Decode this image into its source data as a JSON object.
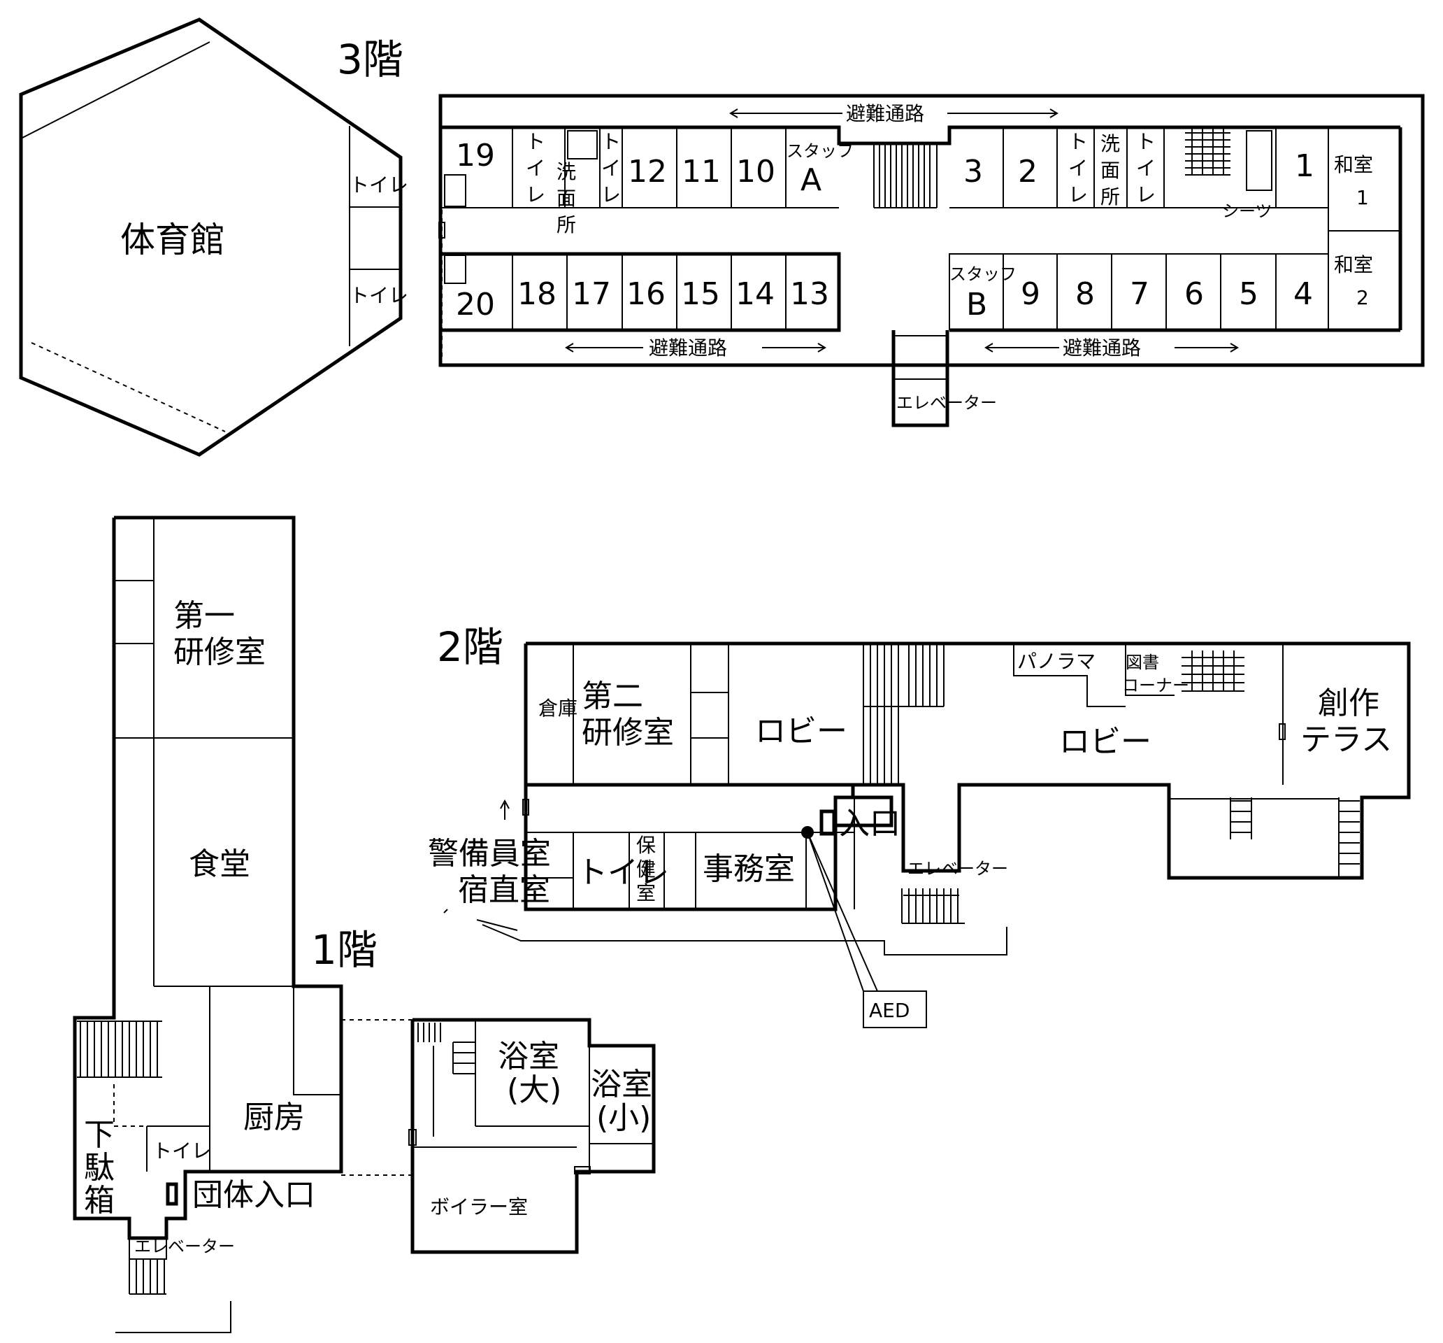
{
  "floor3": {
    "title": "3階",
    "gym": "体育館",
    "gym_toilet_1": "トイレ",
    "gym_toilet_2": "トイレ",
    "rooms_top": [
      "19",
      "12",
      "11",
      "10",
      "3",
      "2",
      "1"
    ],
    "rooms_bottom": [
      "20",
      "18",
      "17",
      "16",
      "15",
      "14",
      "13",
      "9",
      "8",
      "7",
      "6",
      "5",
      "4"
    ],
    "toilet_vertical": [
      "ト",
      "イ",
      "レ"
    ],
    "washroom_vertical": [
      "洗",
      "面",
      "所"
    ],
    "staff_a": "スタッフ",
    "staff_a_letter": "A",
    "staff_b": "スタッフ",
    "staff_b_letter": "B",
    "sheets": "シーツ",
    "japanese_room_1": "和室",
    "japanese_room_1_num": "1",
    "japanese_room_2": "和室",
    "japanese_room_2_num": "2",
    "evac_route": "避難通路",
    "elevator": "エレベーター"
  },
  "floor2": {
    "title": "2階",
    "storage": "倉庫",
    "training_room_2_line1": "第二",
    "training_room_2_line2": "研修室",
    "lobby_1": "ロビー",
    "lobby_2": "ロビー",
    "panorama": "パノラマ",
    "library_line1": "図書",
    "library_line2": "コーナー",
    "creative_terrace_line1": "創作",
    "creative_terrace_line2": "テラス",
    "entrance": "入口",
    "elevator": "エレベーター",
    "guard_room": "警備員室",
    "night_duty_room": "宿直室",
    "toilet": "トイレ",
    "health_room": [
      "保",
      "健",
      "室"
    ],
    "office": "事務室",
    "aed": "AED"
  },
  "floor1": {
    "title": "1階",
    "training_room_1_line1": "第一",
    "training_room_1_line2": "研修室",
    "dining": "食堂",
    "kitchen": "厨房",
    "shoe_box": [
      "下",
      "駄",
      "箱"
    ],
    "toilet": "トイレ",
    "group_entrance": "団体入口",
    "elevator": "エレベーター",
    "bath_large_line1": "浴室",
    "bath_large_line2": "(大)",
    "bath_small_line1": "浴室",
    "bath_small_line2": "(小)",
    "boiler_room": "ボイラー室"
  }
}
